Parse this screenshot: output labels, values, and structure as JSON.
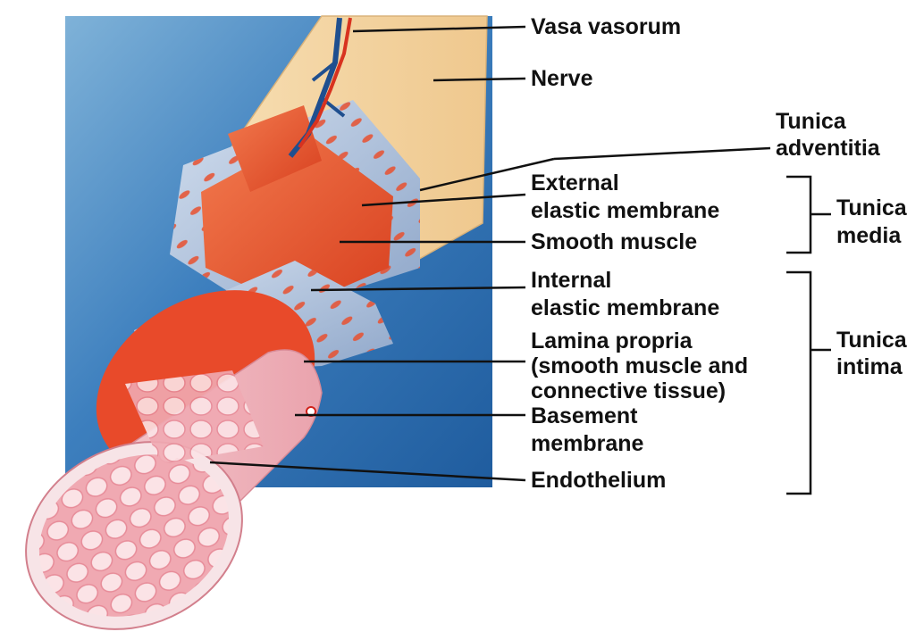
{
  "colors": {
    "backdrop_blue": "#2f6fb0",
    "smooth_muscle": "#e8502f",
    "elastic_membrane": "#b7c9e2",
    "endothelium_pink": "#f2b8c0",
    "adventitia_tan": "#f6d7a8"
  },
  "labels": {
    "vasa_vasorum": "Vasa vasorum",
    "nerve": "Nerve",
    "tunica_adventitia_1": "Tunica",
    "tunica_adventitia_2": "adventitia",
    "external_1": "External",
    "external_2": "elastic membrane",
    "smooth_muscle": "Smooth muscle",
    "internal_1": "Internal",
    "internal_2": "elastic membrane",
    "lamina_1": "Lamina propria",
    "lamina_2": "(smooth muscle and",
    "lamina_3": "connective tissue)",
    "basement_1": "Basement",
    "basement_2": "membrane",
    "endothelium": "Endothelium"
  },
  "groups": {
    "media_1": "Tunica",
    "media_2": "media",
    "intima_1": "Tunica",
    "intima_2": "intima"
  }
}
